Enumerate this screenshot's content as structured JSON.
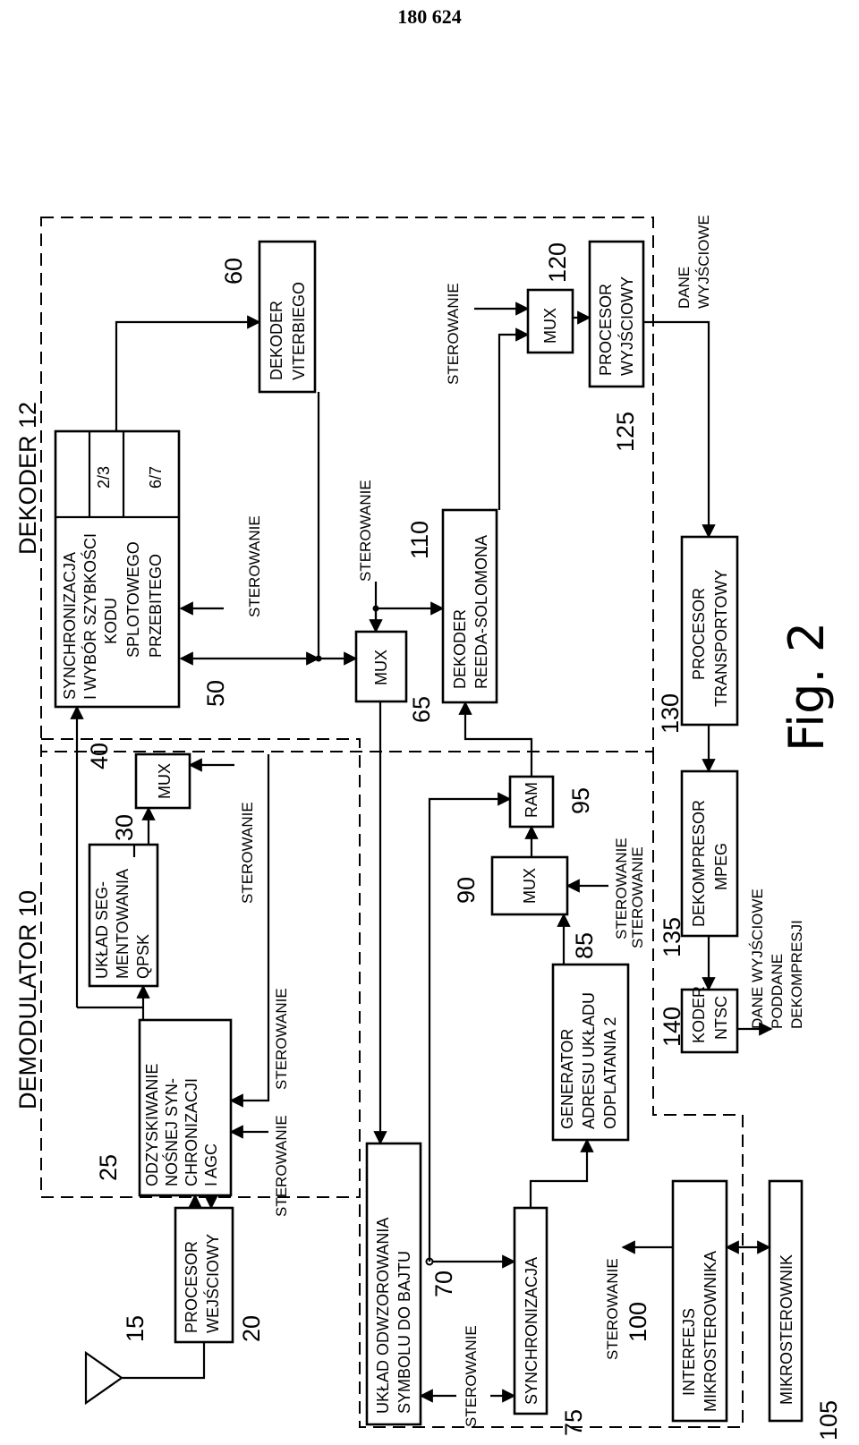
{
  "page_number": "180 624",
  "figure_label": "Fig. 2",
  "groups": {
    "demodulator": "DEMODULATOR  10",
    "decoder": "DEKODER  12"
  },
  "blocks": {
    "input_processor": [
      "PROCESOR",
      "WEJŚCIOWY"
    ],
    "carrier_recovery": [
      "ODZYSKIWANIE",
      "NOŚNEJ SYN-",
      "CHRONIZACJI",
      "I AGC"
    ],
    "qpsk_segmenter": [
      "UKŁAD SEG-",
      "MENTOWANIA",
      "QPSK"
    ],
    "mux_40": [
      "MUX"
    ],
    "sync_rate": [
      "SYNCHRONIZACJA",
      "I WYBÓR SZYBKOŚCI",
      "KODU",
      "SPLOTOWEGO",
      "PRZEBITEGO"
    ],
    "rate_cells": [
      "2/3",
      "6/7"
    ],
    "viterbi": [
      "DEKODER",
      "VITERBIEGO"
    ],
    "mux_65": [
      "MUX"
    ],
    "reed_solomon": [
      "DEKODER",
      "REEDA-SOLOMONA"
    ],
    "mux_120": [
      "MUX"
    ],
    "output_processor": [
      "PROCESOR",
      "WYJŚCIOWY"
    ],
    "symbol_mapper": [
      "UKŁAD ODWZOROWANIA",
      "SYMBOLU DO BAJTU"
    ],
    "synchronization": [
      "SYNCHRONIZACJA"
    ],
    "address_generator": [
      "GENERATOR",
      "ADRESU UKŁADU",
      "ODPLATANIA 2"
    ],
    "mux_90": [
      "MUX"
    ],
    "ram": [
      "RAM"
    ],
    "transport_processor": [
      "PROCESOR",
      "TRANSPORTOWY"
    ],
    "mpeg": [
      "DEKOMPRESOR",
      "MPEG"
    ],
    "ntsc": [
      "KODER",
      "NTSC"
    ],
    "micro_interface": [
      "INTERFEJS",
      "MIKROSTEROWNIKA"
    ],
    "microcontroller": [
      "MIKROSTEROWNIK"
    ]
  },
  "refs": {
    "r15": "15",
    "r20": "20",
    "r25": "25",
    "r30": "30",
    "r40": "40",
    "r50": "50",
    "r60": "60",
    "r65": "65",
    "r70": "70",
    "r75": "75",
    "r85": "85",
    "r90": "90",
    "r95": "95",
    "r100": "100",
    "r105": "105",
    "r110": "110",
    "r120": "120",
    "r125": "125",
    "r130": "130",
    "r135": "135",
    "r140": "140"
  },
  "control_label": "STEROWANIE",
  "output_data_label": [
    "DANE",
    "WYJŚCIOWE"
  ],
  "decompressed_output_label": [
    "DANE WYJŚCIOWE",
    "PODDANE",
    "DEKOMPRESJI"
  ]
}
